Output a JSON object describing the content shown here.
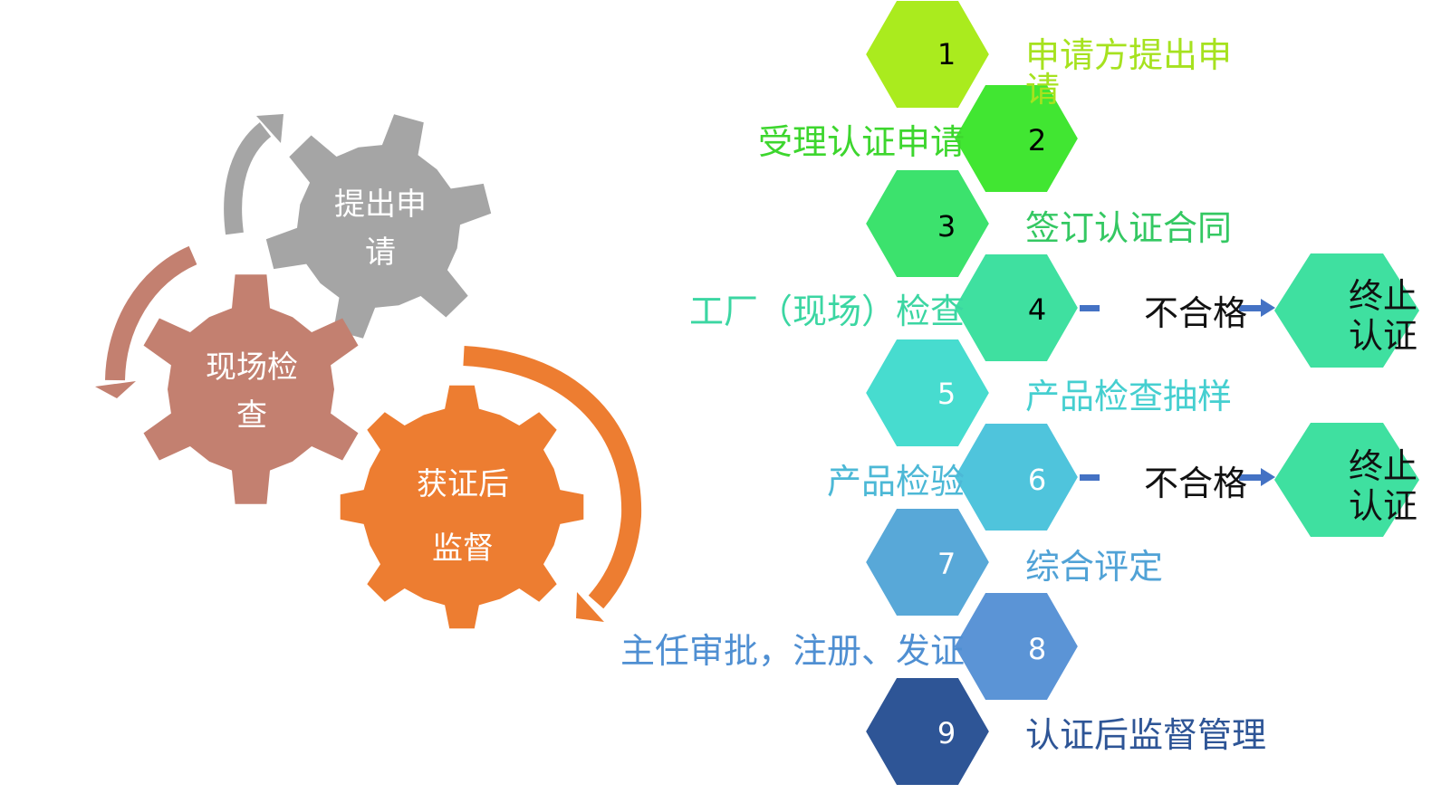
{
  "gears": [
    {
      "label_line1": "提出申",
      "label_line2": "请",
      "color": "#a5a5a5"
    },
    {
      "label_line1": "现场检",
      "label_line2": "查",
      "color": "#c38070"
    },
    {
      "label_line1": "获证后",
      "label_line2": "监督",
      "color": "#ed7d31"
    }
  ],
  "steps": [
    {
      "number": "1",
      "label": "申请方提出申请",
      "color": "#aaeb1e",
      "text_color": "#a6e21f"
    },
    {
      "number": "2",
      "label": "受理认证申请",
      "color": "#41e632",
      "text_color": "#3dd62e"
    },
    {
      "number": "3",
      "label": "签订认证合同",
      "color": "#3ce26d",
      "text_color": "#34c862"
    },
    {
      "number": "4",
      "label": "工厂（现场）检查",
      "color": "#3fe0a0",
      "text_color": "#3bd6a2"
    },
    {
      "number": "5",
      "label": "产品检查抽样",
      "color": "#47dccf",
      "text_color": "#45cfd0"
    },
    {
      "number": "6",
      "label": "产品检验",
      "color": "#4fc4dc",
      "text_color": "#4cb8d6"
    },
    {
      "number": "7",
      "label": "综合评定",
      "color": "#58a8d8",
      "text_color": "#50a2d6"
    },
    {
      "number": "8",
      "label": "主任审批，注册、发证",
      "color": "#5b94d6",
      "text_color": "#4f8fd2"
    },
    {
      "number": "9",
      "label": "认证后监督管理",
      "color": "#2e5596",
      "text_color": "#2e5596"
    }
  ],
  "branches": [
    {
      "at_step": "4",
      "fail_label": "不合格",
      "terminate_line1": "终止",
      "terminate_line2": "认证",
      "terminate_color": "#3fe0a0",
      "connector_color": "#4472c4"
    },
    {
      "at_step": "6",
      "fail_label": "不合格",
      "terminate_line1": "终止",
      "terminate_line2": "认证",
      "terminate_color": "#3fe0a0",
      "connector_color": "#4472c4"
    }
  ]
}
